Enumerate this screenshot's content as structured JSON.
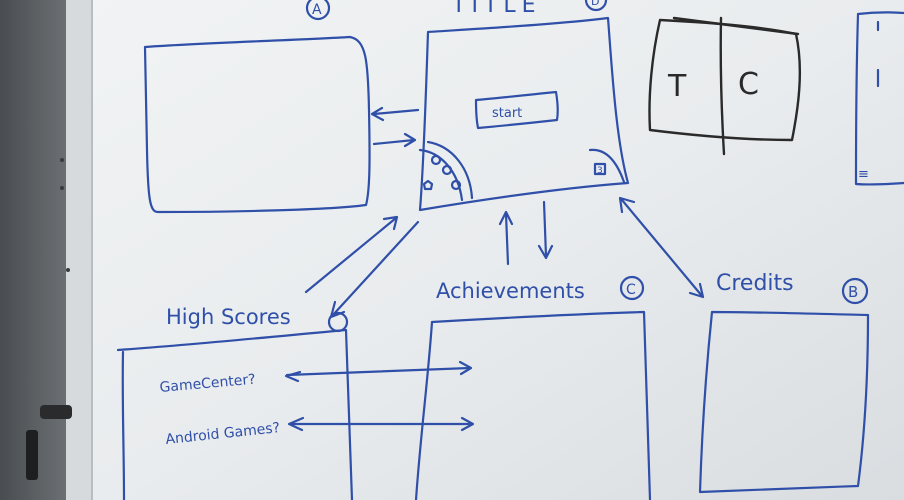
{
  "board": {
    "title_fragment": "TITLE",
    "start_label": "start",
    "label_high_scores": "High Scores",
    "label_achievements": "Achievements",
    "label_credits": "Credits",
    "note_game_center": "GameCenter?",
    "note_android_games": "Android Games?",
    "sketch_letters": {
      "left": "T",
      "right": "C"
    },
    "markers": {
      "a": "A",
      "b": "B",
      "c": "C",
      "d": "D",
      "small_icon": "3",
      "side_glyph": "≡"
    }
  },
  "colors": {
    "ink_blue": "#2f4fa8",
    "ink_dark": "#2a2a2a",
    "board": "#e8ebec",
    "wall": "#6b6f73"
  }
}
